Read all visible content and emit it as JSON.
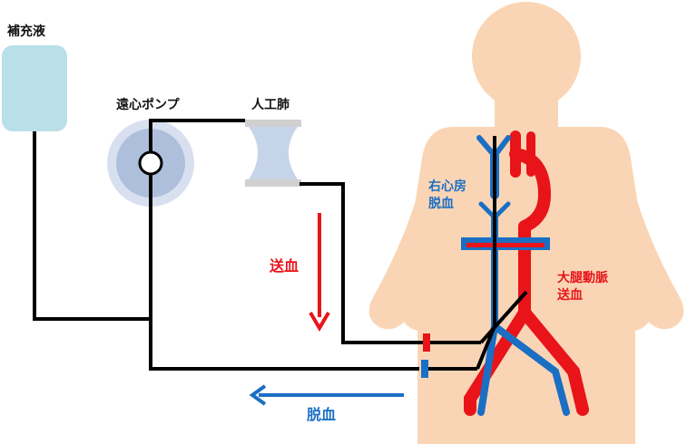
{
  "labels": {
    "replacement_fluid": "補充液",
    "centrifugal_pump": "遠心ポンプ",
    "artificial_lung": "人工肺",
    "right_atrium_line1": "右心房",
    "right_atrium_line2": "脱血",
    "femoral_artery_line1": "大腿動脈",
    "femoral_artery_line2": "送血",
    "blood_delivery": "送血",
    "blood_drainage": "脱血"
  },
  "colors": {
    "arterial": "#e8141a",
    "venous": "#1a6fc4",
    "tubing": "#000000",
    "body": "#fad5b5",
    "fluid_bag": "#b9dfe9",
    "pump_outer": "#d8e0ef",
    "pump_inner": "#aebfdc",
    "lung_body": "#c6d4ea",
    "lung_cap": "#d0d0d0"
  }
}
